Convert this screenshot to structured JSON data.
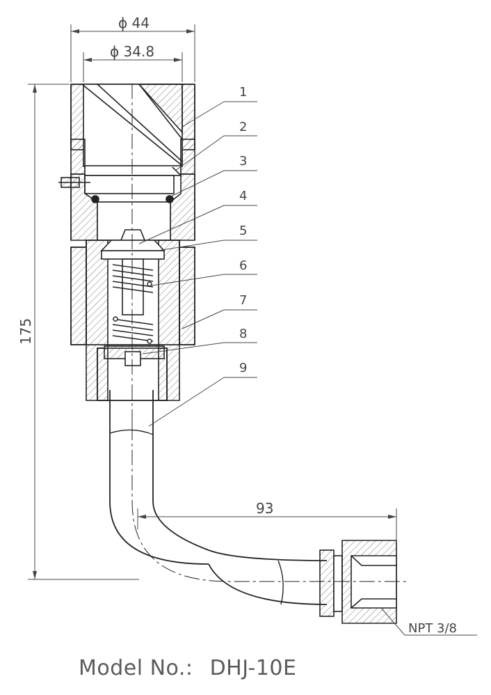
{
  "drawing": {
    "dimensions": {
      "outer_diameter": "ϕ 44",
      "inner_diameter": "ϕ 34.8",
      "height": "175",
      "horizontal_length": "93",
      "thread": "NPT 3/8"
    },
    "callouts": [
      "1",
      "2",
      "3",
      "4",
      "5",
      "6",
      "7",
      "8",
      "9"
    ]
  },
  "footer": {
    "model_label": "Model No.:",
    "model_number": "DHJ-10E"
  }
}
